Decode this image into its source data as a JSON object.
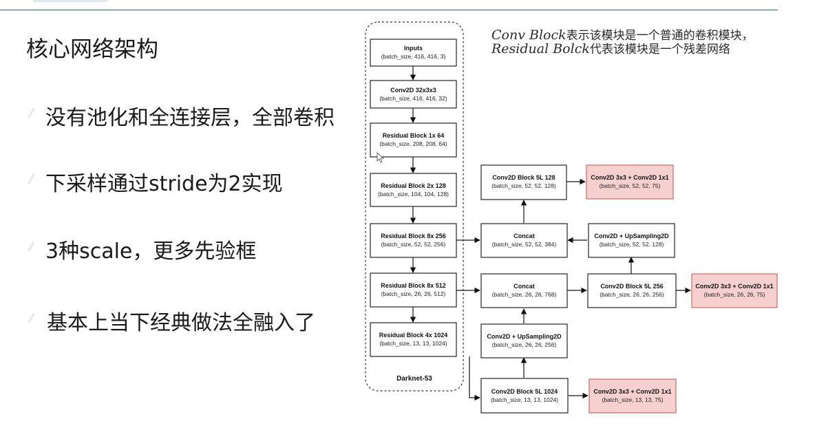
{
  "slide": {
    "title": "核心网络架构",
    "bullets": [
      "没有池化和全连接层，全部卷积",
      "下采样通过stride为2实现",
      "3种scale，更多先验框",
      "基本上当下经典做法全融入了"
    ]
  },
  "note": {
    "term1": "Conv Block",
    "text1": "表示该模块是一个普通的卷积模块，",
    "term2": "Residual Bolck",
    "text2": "代表该模块是一个残差网络"
  },
  "diagram": {
    "group_label": "Darknet-53",
    "nodes": {
      "inputs": {
        "title": "Inputs",
        "sub": "(batch_size, 416, 416, 3)"
      },
      "conv2d": {
        "title": "Conv2D 32x3x3",
        "sub": "(batch_size, 416, 416, 32)"
      },
      "res1": {
        "title": "Residual Block 1x  64",
        "sub": "(batch_size, 208, 208, 64)"
      },
      "res2": {
        "title": "Residual Block 2x  128",
        "sub": "(batch_size, 104, 104, 128)"
      },
      "res8a": {
        "title": "Residual Block 8x  256",
        "sub": "(batch_size, 52, 52, 256)"
      },
      "res8b": {
        "title": "Residual Block 8x  512",
        "sub": "(batch_size, 26, 26, 512)"
      },
      "res4": {
        "title": "Residual Block 4x  1024",
        "sub": "(batch_size, 13, 13, 1024)"
      },
      "cb5l128": {
        "title": "Conv2D Block 5L  128",
        "sub": "(batch_size, 52, 52, 128)"
      },
      "out52": {
        "title": "Conv2D 3x3 + Conv2D 1x1",
        "sub": "(batch_size, 52, 52, 75)"
      },
      "concat52": {
        "title": "Concat",
        "sub": "(batch_size, 52, 52, 384)"
      },
      "up52": {
        "title": "Conv2D + UpSampling2D",
        "sub": "(batch_size, 52, 52, 128)"
      },
      "concat26": {
        "title": "Concat",
        "sub": "(batch_size, 26, 26, 768)"
      },
      "cb5l256": {
        "title": "Conv2D Block 5L  256",
        "sub": "(batch_size, 26, 26, 256)"
      },
      "out26": {
        "title": "Conv2D 3x3 + Conv2D 1x1",
        "sub": "(batch_size, 26, 26, 75)"
      },
      "up26": {
        "title": "Conv2D + UpSampling2D",
        "sub": "(batch_size, 26, 26, 256)"
      },
      "cb5l1024": {
        "title": "Conv2D Block 5L  1024",
        "sub": "(batch_size, 13, 13, 1024)"
      },
      "out13": {
        "title": "Conv2D 3x3 + Conv2D 1x1",
        "sub": "(batch_size, 13, 13, 75)"
      }
    },
    "colors": {
      "output_fill": "#f6cfcf",
      "output_stroke": "#c96b6b",
      "node_stroke": "#222222"
    }
  }
}
